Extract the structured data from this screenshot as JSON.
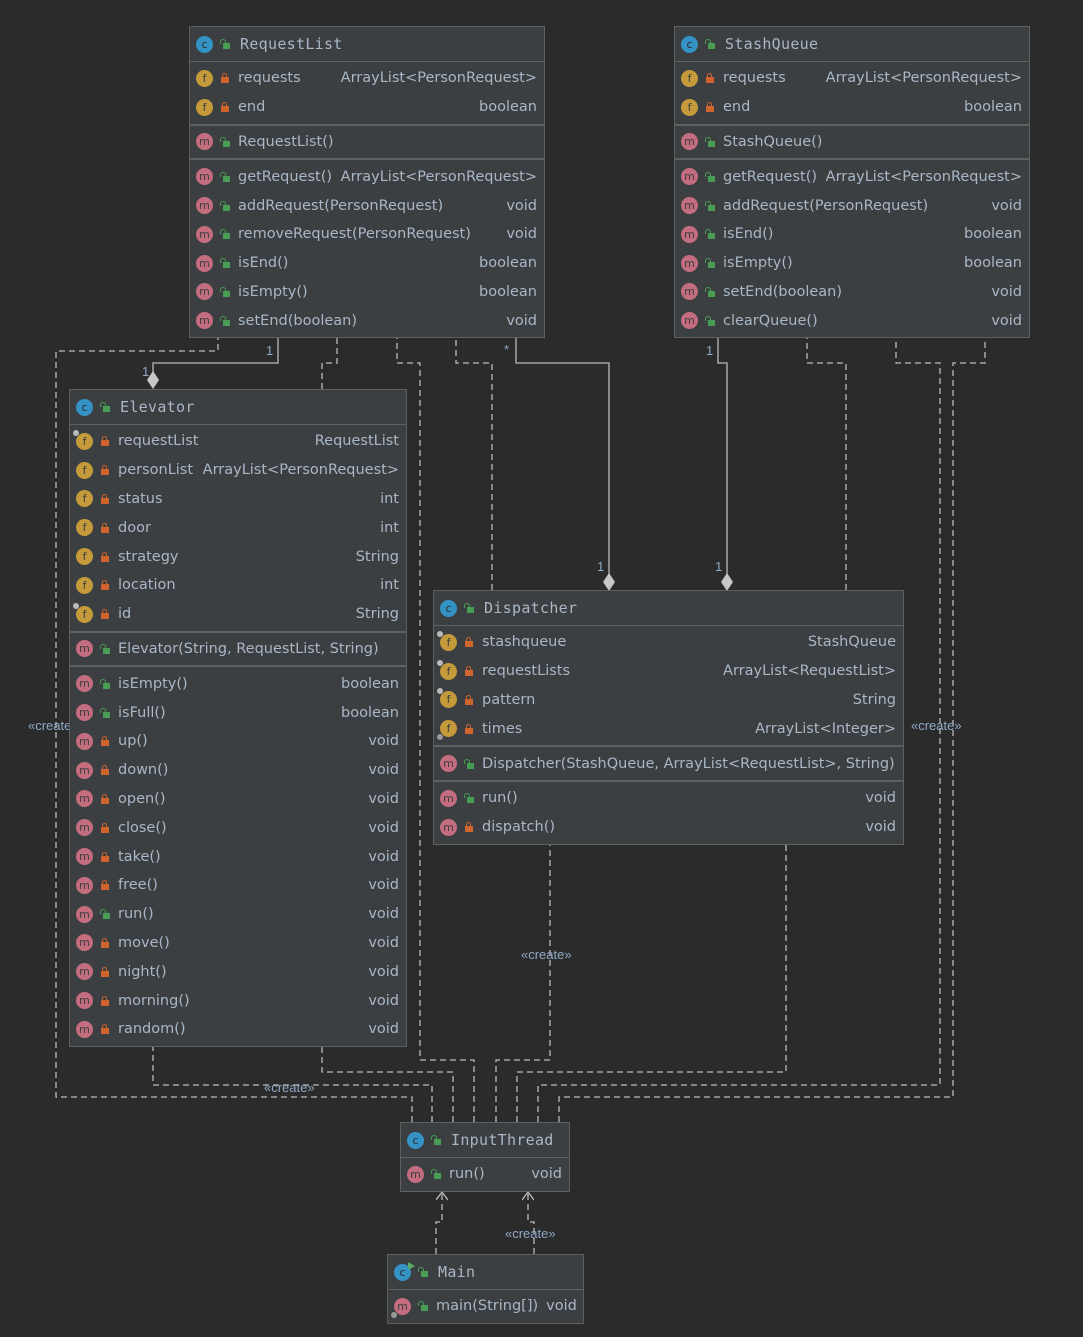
{
  "diagram": {
    "title": "UML Class Diagram",
    "colors": {
      "background": "#2b2b2b",
      "box": "#3c3f41",
      "text": "#a9b7c6",
      "class_icon": "#3592c4",
      "field_icon": "#c49a3a",
      "method_icon": "#c36d7f",
      "public": "#499c54",
      "private": "#d0642d"
    }
  },
  "classes": {
    "requestList": {
      "name": "RequestList",
      "fields": [
        {
          "name": "requests",
          "type": "ArrayList<PersonRequest>",
          "visibility": "private"
        },
        {
          "name": "end",
          "type": "boolean",
          "visibility": "private"
        }
      ],
      "constructors": [
        {
          "name": "RequestList()",
          "type": "",
          "visibility": "public"
        }
      ],
      "methods": [
        {
          "name": "getRequest()",
          "type": "ArrayList<PersonRequest>",
          "visibility": "public"
        },
        {
          "name": "addRequest(PersonRequest)",
          "type": "void",
          "visibility": "public"
        },
        {
          "name": "removeRequest(PersonRequest)",
          "type": "void",
          "visibility": "public"
        },
        {
          "name": "isEnd()",
          "type": "boolean",
          "visibility": "public"
        },
        {
          "name": "isEmpty()",
          "type": "boolean",
          "visibility": "public"
        },
        {
          "name": "setEnd(boolean)",
          "type": "void",
          "visibility": "public"
        }
      ]
    },
    "stashQueue": {
      "name": "StashQueue",
      "fields": [
        {
          "name": "requests",
          "type": "ArrayList<PersonRequest>",
          "visibility": "private"
        },
        {
          "name": "end",
          "type": "boolean",
          "visibility": "private"
        }
      ],
      "constructors": [
        {
          "name": "StashQueue()",
          "type": "",
          "visibility": "public"
        }
      ],
      "methods": [
        {
          "name": "getRequest()",
          "type": "ArrayList<PersonRequest>",
          "visibility": "public"
        },
        {
          "name": "addRequest(PersonRequest)",
          "type": "void",
          "visibility": "public"
        },
        {
          "name": "isEnd()",
          "type": "boolean",
          "visibility": "public"
        },
        {
          "name": "isEmpty()",
          "type": "boolean",
          "visibility": "public"
        },
        {
          "name": "setEnd(boolean)",
          "type": "void",
          "visibility": "public"
        },
        {
          "name": "clearQueue()",
          "type": "void",
          "visibility": "public"
        }
      ]
    },
    "elevator": {
      "name": "Elevator",
      "fields": [
        {
          "name": "requestList",
          "type": "RequestList",
          "visibility": "private",
          "final": true
        },
        {
          "name": "personList",
          "type": "ArrayList<PersonRequest>",
          "visibility": "private"
        },
        {
          "name": "status",
          "type": "int",
          "visibility": "private"
        },
        {
          "name": "door",
          "type": "int",
          "visibility": "private"
        },
        {
          "name": "strategy",
          "type": "String",
          "visibility": "private"
        },
        {
          "name": "location",
          "type": "int",
          "visibility": "private"
        },
        {
          "name": "id",
          "type": "String",
          "visibility": "private",
          "final": true
        }
      ],
      "constructors": [
        {
          "name": "Elevator(String, RequestList, String)",
          "type": "",
          "visibility": "public"
        }
      ],
      "methods": [
        {
          "name": "isEmpty()",
          "type": "boolean",
          "visibility": "public"
        },
        {
          "name": "isFull()",
          "type": "boolean",
          "visibility": "public"
        },
        {
          "name": "up()",
          "type": "void",
          "visibility": "private"
        },
        {
          "name": "down()",
          "type": "void",
          "visibility": "private"
        },
        {
          "name": "open()",
          "type": "void",
          "visibility": "private"
        },
        {
          "name": "close()",
          "type": "void",
          "visibility": "private"
        },
        {
          "name": "take()",
          "type": "void",
          "visibility": "private"
        },
        {
          "name": "free()",
          "type": "void",
          "visibility": "private"
        },
        {
          "name": "run()",
          "type": "void",
          "visibility": "public"
        },
        {
          "name": "move()",
          "type": "void",
          "visibility": "private"
        },
        {
          "name": "night()",
          "type": "void",
          "visibility": "private"
        },
        {
          "name": "morning()",
          "type": "void",
          "visibility": "private"
        },
        {
          "name": "random()",
          "type": "void",
          "visibility": "private"
        }
      ]
    },
    "dispatcher": {
      "name": "Dispatcher",
      "fields": [
        {
          "name": "stashqueue",
          "type": "StashQueue",
          "visibility": "private",
          "final": true
        },
        {
          "name": "requestLists",
          "type": "ArrayList<RequestList>",
          "visibility": "private",
          "final": true
        },
        {
          "name": "pattern",
          "type": "String",
          "visibility": "private",
          "final": true
        },
        {
          "name": "times",
          "type": "ArrayList<Integer>",
          "visibility": "private",
          "static": true
        }
      ],
      "constructors": [
        {
          "name": "Dispatcher(StashQueue, ArrayList<RequestList>, String)",
          "type": "",
          "visibility": "public"
        }
      ],
      "methods": [
        {
          "name": "run()",
          "type": "void",
          "visibility": "public"
        },
        {
          "name": "dispatch()",
          "type": "void",
          "visibility": "private"
        }
      ]
    },
    "inputThread": {
      "name": "InputThread",
      "fields": [],
      "constructors": [],
      "methods": [
        {
          "name": "run()",
          "type": "void",
          "visibility": "public"
        }
      ]
    },
    "main": {
      "name": "Main",
      "fields": [],
      "constructors": [],
      "methods": [
        {
          "name": "main(String[])",
          "type": "void",
          "visibility": "public",
          "static": true
        }
      ]
    }
  },
  "labels": {
    "create": "«create»",
    "mult_one": "1",
    "mult_many": "*"
  }
}
